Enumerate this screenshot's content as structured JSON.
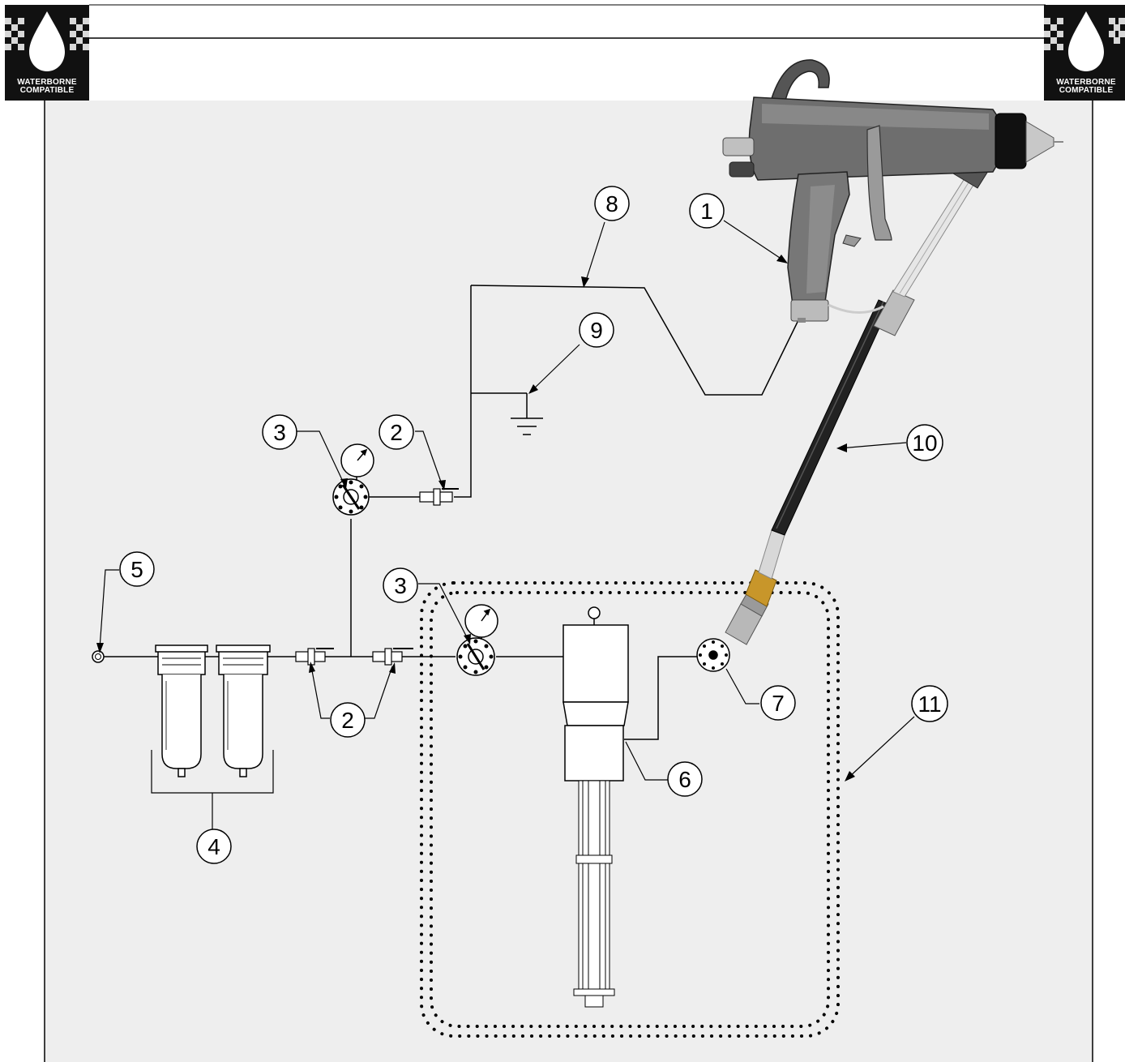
{
  "badges": [
    {
      "line1": "WATERBORNE",
      "line2": "COMPATIBLE",
      "icon": "water-drop-icon"
    },
    {
      "line1": "WATERBORNE",
      "line2": "COMPATIBLE",
      "icon": "water-drop-icon"
    }
  ],
  "callouts": {
    "c1": "1",
    "c2a": "2",
    "c2b": "2",
    "c3a": "3",
    "c3b": "3",
    "c4": "4",
    "c5": "5",
    "c6": "6",
    "c7": "7",
    "c8": "8",
    "c9": "9",
    "c10": "10",
    "c11": "11"
  },
  "colors": {
    "panel": "#eeeeee",
    "line": "#000000",
    "gun_body": "#6e6e6e",
    "hose": "#222222",
    "fitting_brass": "#c8962a"
  }
}
